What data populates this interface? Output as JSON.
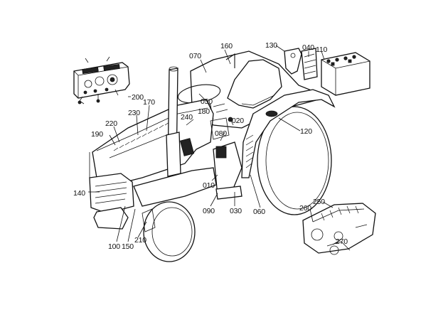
{
  "diagram": {
    "callouts": [
      {
        "id": "c070",
        "text": "070"
      },
      {
        "id": "c160",
        "text": "160"
      },
      {
        "id": "c130",
        "text": "130"
      },
      {
        "id": "c040",
        "text": "040"
      },
      {
        "id": "c110",
        "text": "110"
      },
      {
        "id": "c200",
        "text": "200"
      },
      {
        "id": "c050",
        "text": "050"
      },
      {
        "id": "c180",
        "text": "180"
      },
      {
        "id": "c240",
        "text": "240"
      },
      {
        "id": "c170",
        "text": "170"
      },
      {
        "id": "c230",
        "text": "230"
      },
      {
        "id": "c220",
        "text": "220"
      },
      {
        "id": "c190",
        "text": "190"
      },
      {
        "id": "c080",
        "text": "080"
      },
      {
        "id": "c020",
        "text": "020"
      },
      {
        "id": "c120",
        "text": "120"
      },
      {
        "id": "c140",
        "text": "140"
      },
      {
        "id": "c010",
        "text": "010"
      },
      {
        "id": "c090",
        "text": "090"
      },
      {
        "id": "c030",
        "text": "030"
      },
      {
        "id": "c060",
        "text": "060"
      },
      {
        "id": "c250",
        "text": "250"
      },
      {
        "id": "c260",
        "text": "260"
      },
      {
        "id": "c270",
        "text": "270"
      },
      {
        "id": "c100",
        "text": "100"
      },
      {
        "id": "c150",
        "text": "150"
      },
      {
        "id": "c210",
        "text": "210"
      }
    ]
  }
}
